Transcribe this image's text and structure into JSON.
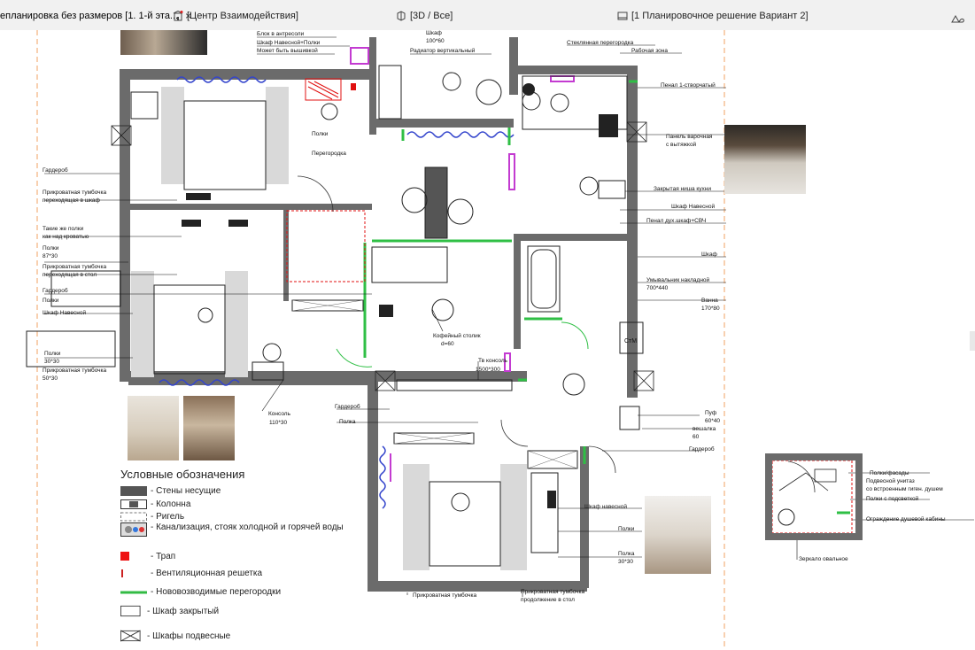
{
  "tabs": [
    {
      "label": "епланировка без размеров [1. 1-й эта...",
      "close": "×"
    },
    {
      "label": "[Центр Взаимодействия]"
    },
    {
      "label": "[3D / Все]"
    },
    {
      "label": "[1 Планировочное решение Вариант 2]"
    }
  ],
  "plan_labels": {
    "bloc_antresoli": "Блок в антресоли",
    "shkaf_navesnoy_polki": "Шкаф Навесной+Полки",
    "mozhet_byt_vyshivkoy": "Может быть вышивкой",
    "shkaf_top": "Шкаф",
    "shkaf_top_size": "100*60",
    "radiator": "Радиатор вертикальный",
    "steklyannaya": "Стеклянная перегородка",
    "rabochaya_zona": "Рабочая зона",
    "penal_1": "Пенал 1-створчатый",
    "polki": "Полки",
    "peregorodka": "Перегородка",
    "panel_varochnaya": "Панель варочная",
    "s_vytyazhkoy": "с вытяжкой",
    "garderob_left": "Гардероб",
    "prikrovatnaya_1": "Прикроватная тумбочка",
    "perekhodyashchaya": "переходящая в шкаф",
    "zakrytaya_nisha": "Закрытая ниша кухни",
    "shkaf_navesnoy_right": "Шкаф Навесной",
    "penal_dukh": "Пенал дух.шкаф+СВЧ",
    "takie_zhe_polki": "Такие же полки",
    "kak_nad_krovatyu": "как над кроватью",
    "polki_87": "Полки",
    "polki_87_size": "87*30",
    "prikrovatnaya_2": "Прикроватная тумбочка",
    "perekhodyashchaya_stol": "переходящая в стол",
    "garderob_2": "Гардероб",
    "polki_2": "Полки",
    "shkaf_navesnoy_left": "Шкаф Навесной",
    "shkaf_right": "Шкаф",
    "umyvalnik": "Умывальник накладной",
    "umyvalnik_size": "700*440",
    "vanna": "Ванна",
    "vanna_size": "170*80",
    "kofeyny_stolik": "Кофейный столик",
    "kofeyny_size": "d=60",
    "polki_3": "Полки",
    "polki_3_size": "30*30",
    "prikrovatnaya_3": "Прикроватная тумбочка",
    "prikrovatnaya_3_size": "50*30",
    "tv_konsol": "Тв консоль",
    "tv_konsol_size": "1500*300",
    "cm": "СтМ",
    "konsol": "Консоль",
    "konsol_size": "110*30",
    "garderob_3": "Гардероб",
    "polka": "Полка",
    "puf": "Пуф",
    "puf_size": "60*40",
    "veshalka": "вешалка",
    "veshalka_size": "60",
    "garderob_4": "Гардероб",
    "shkaf_navesnoy_bottom": "Шкаф навесной",
    "polki_bottom": "Полки",
    "polka_bottom": "Полка",
    "polka_bottom_size": "30*30",
    "prikrovatnaya_bottom_left": "Прикроватная тумбочка",
    "prikrovatnaya_bottom_right": "Прикроватная тумбочка",
    "prodolzhenie": "продолжение в стол",
    "polki_fasady": "Полки/фасады",
    "podvesnoy_unitaz": "Подвесной унитаз",
    "so_vstroennym": "со встроенным гиген. душем",
    "polki_s_podsvetkoy": "Полки с подсветкой",
    "ograzhdenie": "Ограждение душевой кабины",
    "zerkalo": "Зеркало овальное"
  },
  "legend": {
    "title": "Условные обозначения",
    "items": [
      {
        "label": "- Стены несущие",
        "color": "#555555",
        "icon": "bearing-wall-swatch"
      },
      {
        "label": "- Колонна",
        "color": "#555555",
        "icon": "column-swatch"
      },
      {
        "label": "- Ригель",
        "color": "#999999",
        "icon": "beam-swatch"
      },
      {
        "label": "- Канализация, стояк холодной и горячей воды",
        "color": "#777777",
        "icon": "riser-swatch"
      },
      {
        "label": "- Трап",
        "color": "#ee1111",
        "icon": "drain-swatch"
      },
      {
        "label": "- Вентиляционная решетка",
        "color": "#cc2222",
        "icon": "vent-swatch"
      },
      {
        "label": "- Нововозводимые перегородки",
        "color": "#33bb44",
        "icon": "new-partition-swatch"
      },
      {
        "label": "- Шкаф закрытый",
        "color": "#333333",
        "icon": "closed-cabinet-swatch"
      },
      {
        "label": "- Шкафы подвесные",
        "color": "#333333",
        "icon": "hanging-cabinet-swatch"
      }
    ]
  },
  "colors": {
    "wall": "#6b6b6b",
    "partition": "#2fbf45",
    "accent_red": "#e01010",
    "magenta": "#c33bd1",
    "window": "#3344cc",
    "guide": "#f0a060"
  }
}
